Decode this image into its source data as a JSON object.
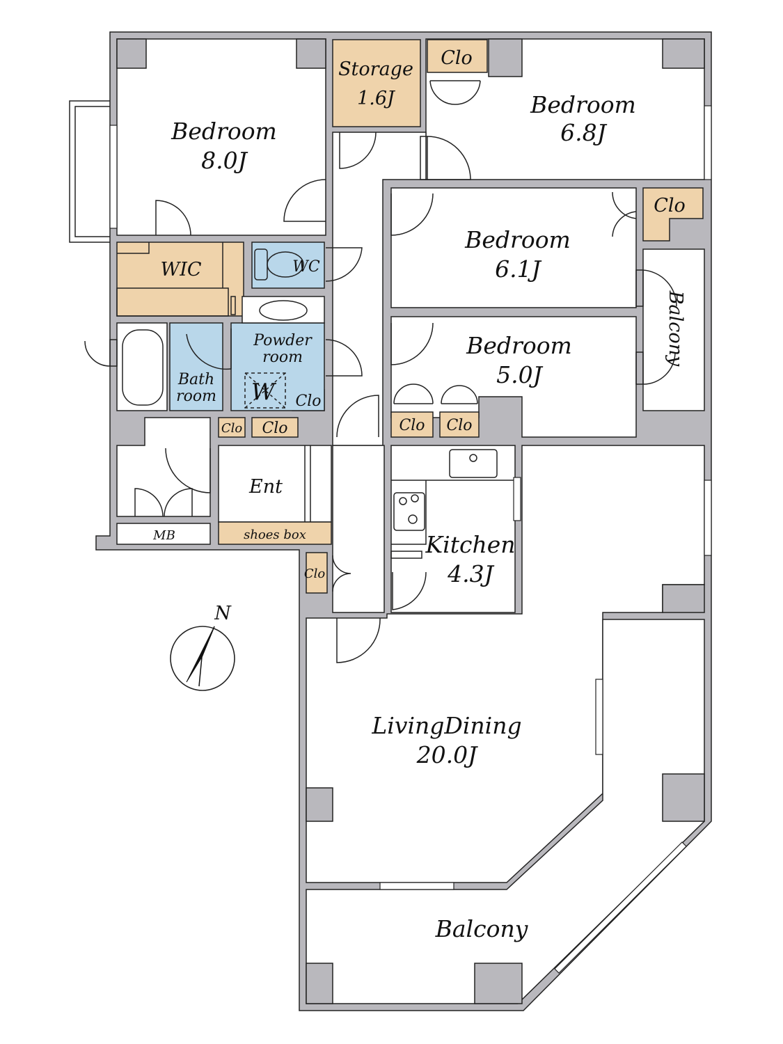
{
  "rooms": {
    "bedroom_nw": {
      "name": "Bedroom",
      "size": "8.0J"
    },
    "bedroom_ne": {
      "name": "Bedroom",
      "size": "6.8J"
    },
    "bedroom_mid": {
      "name": "Bedroom",
      "size": "6.1J"
    },
    "bedroom_small": {
      "name": "Bedroom",
      "size": "5.0J"
    },
    "storage": {
      "name": "Storage",
      "size": "1.6J"
    },
    "kitchen": {
      "name": "Kitchen",
      "size": "4.3J"
    },
    "living_dining": {
      "name": "LivingDining",
      "size": "20.0J"
    },
    "wic": "WIC",
    "wc": "WC",
    "powder_room": {
      "line1": "Powder",
      "line2": "room"
    },
    "bath_room": {
      "line1": "Bath",
      "line2": "room"
    },
    "washer": "W",
    "entrance": "Ent",
    "shoes_box": "shoes box",
    "meter_box": "MB",
    "balcony_east": "Balcony",
    "balcony_south": "Balcony"
  },
  "closet_label": "Clo",
  "compass": {
    "north": "N"
  },
  "colors": {
    "wall": "#b9b8bd",
    "closet_fill": "#efd3ab",
    "wet_area_fill": "#b9d7ea",
    "room_fill": "#ffffff"
  }
}
